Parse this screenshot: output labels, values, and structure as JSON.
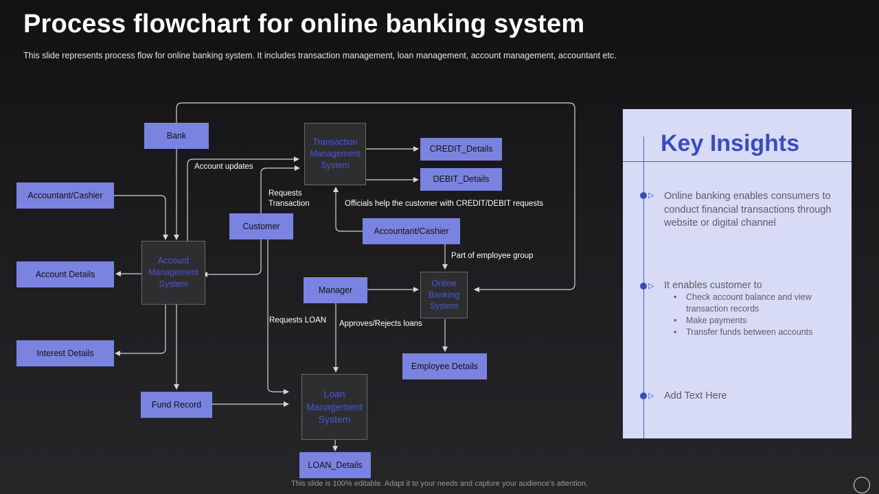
{
  "header": {
    "title": "Process flowchart for online banking system",
    "subtitle": "This slide represents process flow for online banking system. It includes transaction management, loan management, account management, accountant etc."
  },
  "diagram": {
    "nodes": {
      "bank": "Bank",
      "accountant_left": "Accountant/Cashier",
      "account_details": "Account Details",
      "interest_details": "Interest Details",
      "fund_record": "Fund Record",
      "account_mgmt": "Account Management System",
      "customer": "Customer",
      "transaction_mgmt": "Transaction Management System",
      "credit_details": "CREDIT_Details",
      "debit_details": "DEBIT_Details",
      "accountant_right": "Accountant/Cashier",
      "manager": "Manager",
      "online_banking": "Online Banking System",
      "employee_details": "Employee Details",
      "loan_mgmt": "Loan Management System",
      "loan_details": "LOAN_Details"
    },
    "labels": {
      "account_updates": "Account updates",
      "requests_transaction": "Requests Transaction",
      "officials_help": "Officials help the customer with CREDIT/DEBIT requests",
      "part_of_employee": "Part of employee group",
      "requests_loan": "Requests LOAN",
      "approves_rejects": "Approves/Rejects loans"
    }
  },
  "insights": {
    "title": "Key Insights",
    "item1": "Online banking enables consumers to conduct financial transactions through website or digital channel",
    "item2": "It enables customer to",
    "item2_subs": [
      "Check account balance and view transaction records",
      "Make payments",
      "Transfer funds between accounts"
    ],
    "item3": "Add Text Here"
  },
  "footer": "This slide is 100% editable. Adapt it to your needs and capture your audience's attention.",
  "colors": {
    "box_fill": "#7b83e0",
    "system_text": "#4a57d4",
    "panel_bg": "#d8dbf6",
    "accent": "#3b4cc0"
  }
}
